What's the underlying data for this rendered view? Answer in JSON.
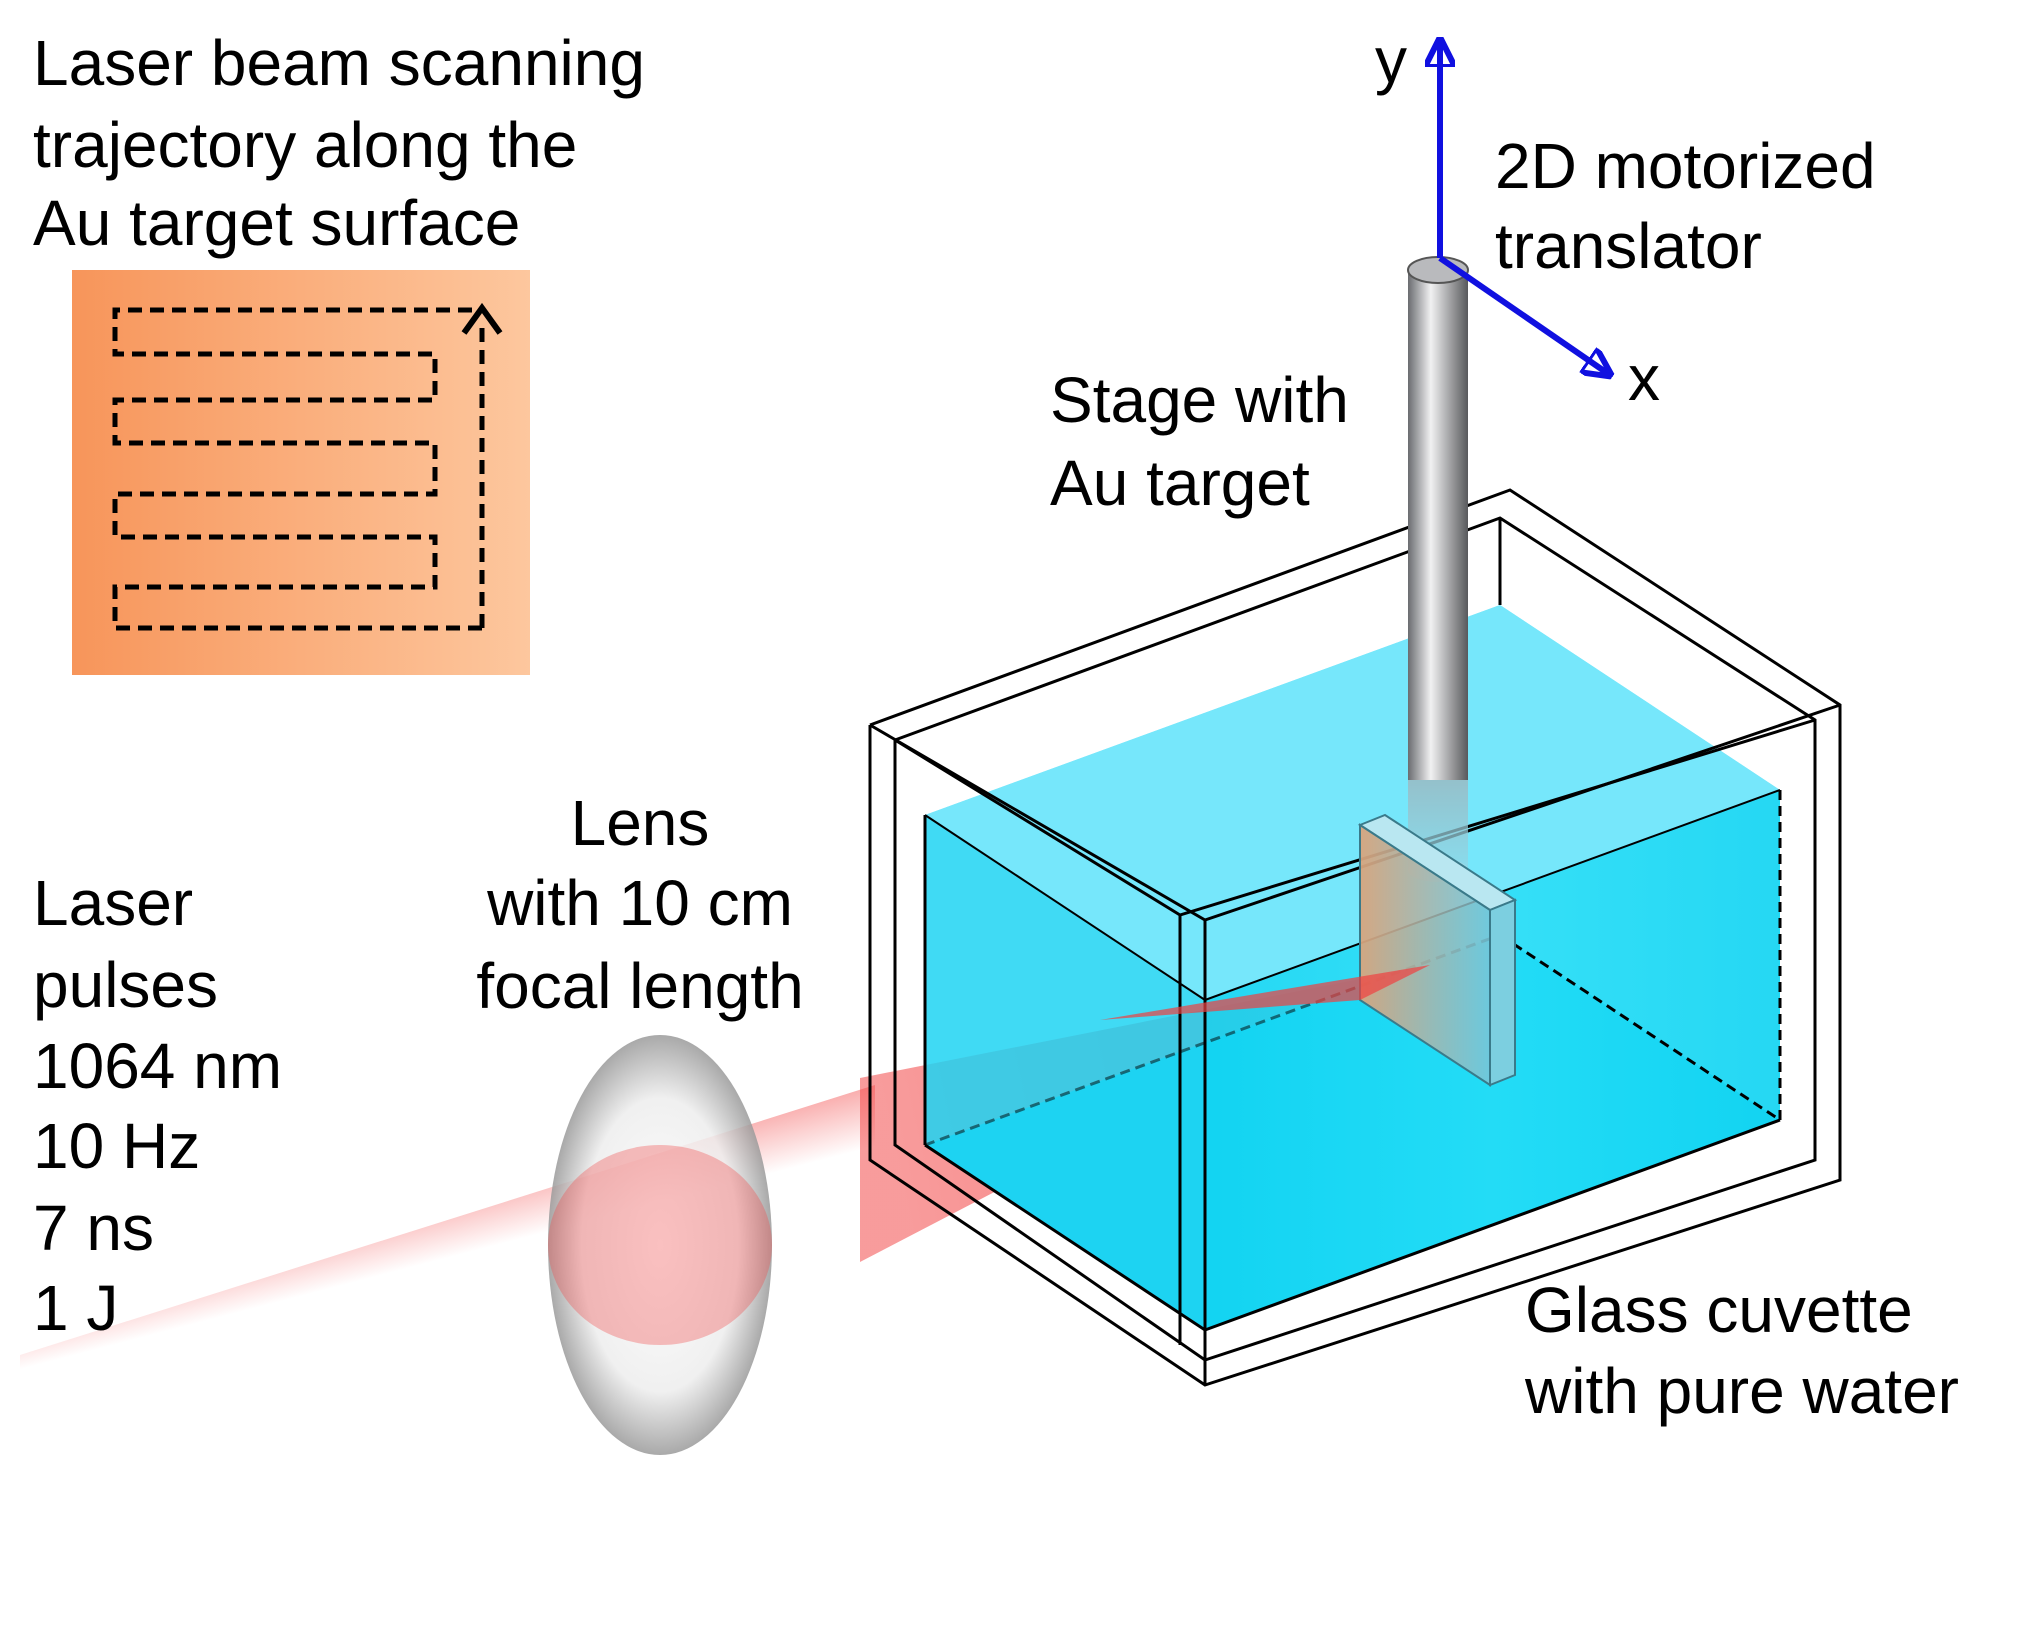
{
  "labels": {
    "scan_line1": "Laser beam scanning",
    "scan_line2": "trajectory along the",
    "scan_line3": "Au target surface",
    "translator_line1": "2D motorized",
    "translator_line2": "translator",
    "stage_line1": "Stage with",
    "stage_line2": "Au target",
    "axis_y": "y",
    "axis_x": "x",
    "lens_line1": "Lens",
    "lens_line2": "with 10 cm",
    "lens_line3": "focal length",
    "laser_line1": "Laser",
    "laser_line2": "pulses",
    "laser_line3": "1064 nm",
    "laser_line4": "10 Hz",
    "laser_line5": "7 ns",
    "laser_line6": "1 J",
    "cuvette_line1": "Glass cuvette",
    "cuvette_line2": "with pure water"
  },
  "colors": {
    "target_orange": "#f7955a",
    "target_peach": "#fdc79e",
    "water": "#19dcf8",
    "water_top": "#78e8fb",
    "axis_blue": "#1010e0",
    "laser_red": "#f24a4a",
    "rod_gray": "#7a7c80"
  }
}
